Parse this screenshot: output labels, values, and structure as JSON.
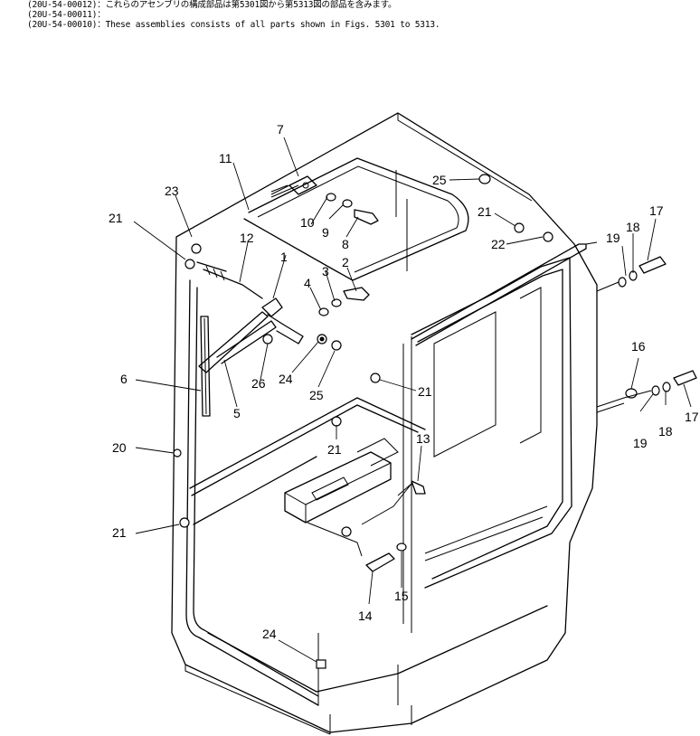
{
  "notes": [
    "(20U-54-00012)：これらのアセンブリの構成部品は第5301図から第5313図の部品を含みます。",
    "(20U-54-00011)：",
    "(20U-54-00010)：These assemblies consists of all parts shown in Figs. 5301 to 5313."
  ],
  "callouts": {
    "c1": "1",
    "c2": "2",
    "c3": "3",
    "c4": "4",
    "c5": "5",
    "c6": "6",
    "c7": "7",
    "c8": "8",
    "c9": "9",
    "c10": "10",
    "c11": "11",
    "c12": "12",
    "c13": "13",
    "c14": "14",
    "c15": "15",
    "c16": "16",
    "c17a": "17",
    "c17b": "17",
    "c18a": "18",
    "c18b": "18",
    "c19a": "19",
    "c19b": "19",
    "c20": "20",
    "c21a": "21",
    "c21b": "21",
    "c21c": "21",
    "c21d": "21",
    "c21e": "21",
    "c22": "22",
    "c23": "23",
    "c24a": "24",
    "c24b": "24",
    "c25a": "25",
    "c25b": "25",
    "c26": "26"
  }
}
